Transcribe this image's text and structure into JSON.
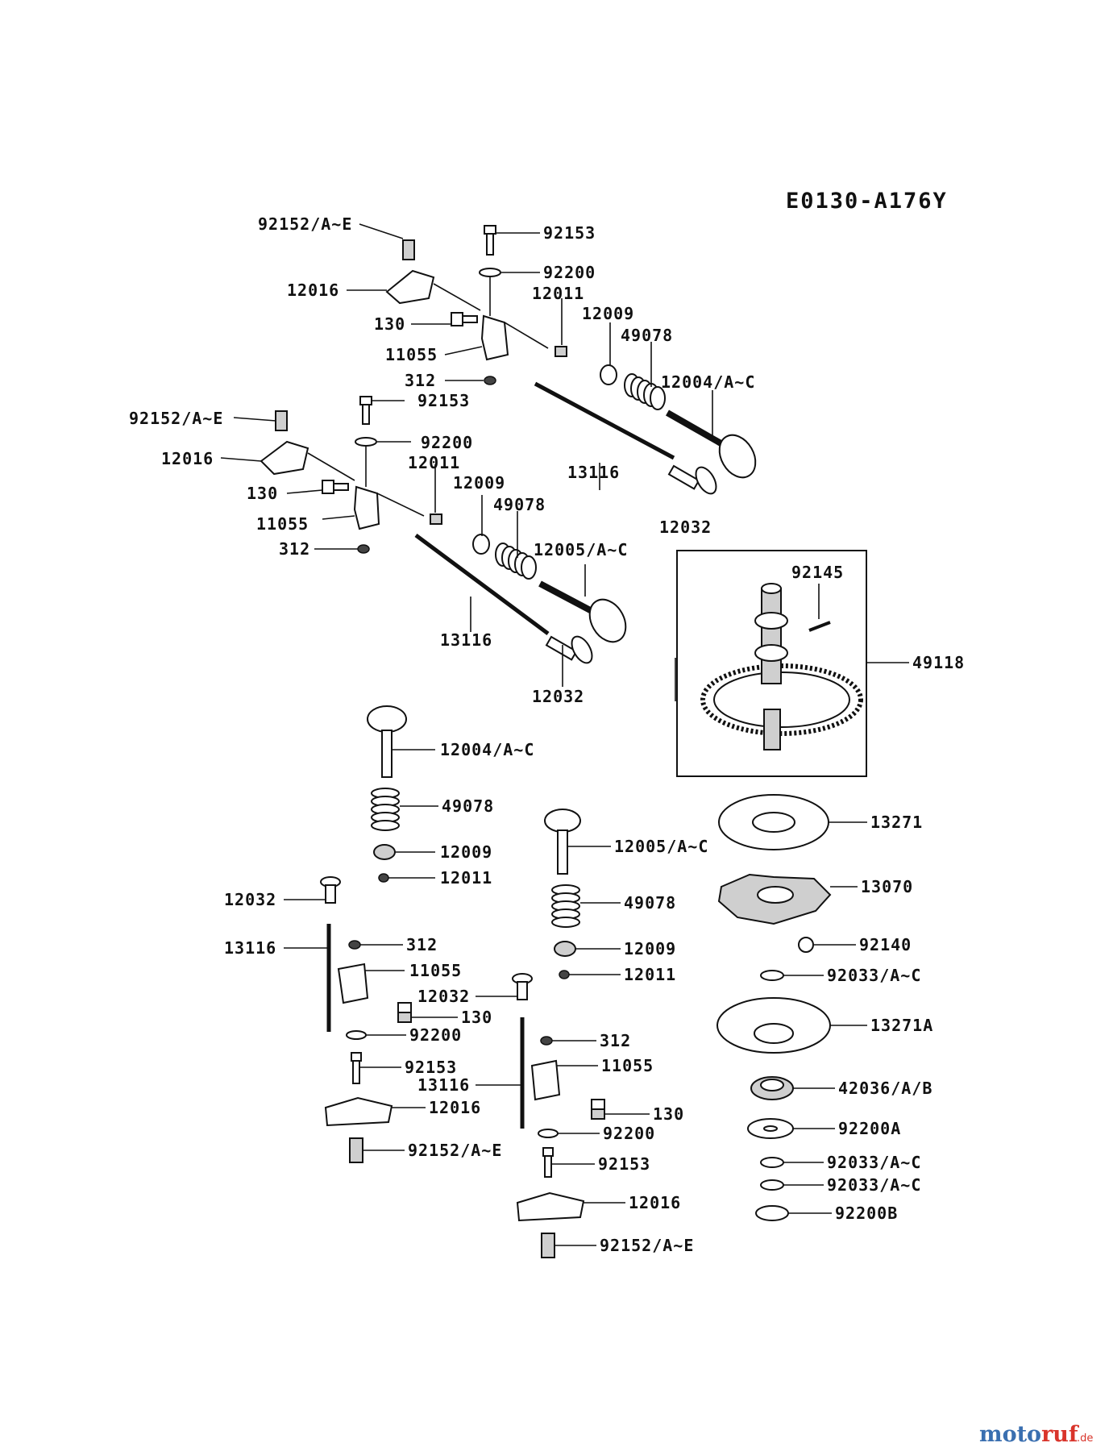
{
  "diagram_code": "E0130-A176Y",
  "watermark": {
    "name": "motoruf",
    "tld": ".de",
    "colors": {
      "primary": "#3a6fb0",
      "accent": "#d9342b"
    }
  },
  "callouts": {
    "ua_92153": "92153",
    "ua_92152": "92152/A~E",
    "ua_92200": "92200",
    "ua_12016": "12016",
    "ua_12011": "12011",
    "ua_12009": "12009",
    "ua_130": "130",
    "ua_49078": "49078",
    "ua_11055": "11055",
    "ua_12004": "12004/A~C",
    "ua_312": "312",
    "ub_92153": "92153",
    "ub_92152": "92152/A~E",
    "ub_92200": "92200",
    "ub_12016": "12016",
    "ub_12011": "12011",
    "ub_13116": "13116",
    "ub_130": "130",
    "ub_12009": "12009",
    "ub_12032": "12032",
    "ub_11055": "11055",
    "ub_49078": "49078",
    "ub_312": "312",
    "ub_12005": "12005/A~C",
    "ub_92145": "92145",
    "ub_49118": "49118",
    "ub2_13116": "13116",
    "ub2_12032": "12032",
    "la_12004": "12004/A~C",
    "la_49078": "49078",
    "la_12009": "12009",
    "la_12011": "12011",
    "la_12032": "12032",
    "la_13116": "13116",
    "la_312": "312",
    "la_11055": "11055",
    "la_130": "130",
    "la_92200": "92200",
    "la_92153": "92153",
    "la_12016": "12016",
    "la_92152": "92152/A~E",
    "lb_12005": "12005/A~C",
    "lb_49078": "49078",
    "lb_12009": "12009",
    "lb_12011": "12011",
    "lb_12032": "12032",
    "lb_312": "312",
    "lb_11055": "11055",
    "lb_13116": "13116",
    "lb_130": "130",
    "lb_92200": "92200",
    "lb_92153": "92153",
    "lb_12016": "12016",
    "lb_92152": "92152/A~E",
    "r_13271": "13271",
    "r_13070": "13070",
    "r_92140": "92140",
    "r_92033a": "92033/A~C",
    "r_13271A": "13271A",
    "r_42036": "42036/A/B",
    "r_92200A": "92200A",
    "r_92033b": "92033/A~C",
    "r_92033c": "92033/A~C",
    "r_92200B": "92200B"
  }
}
